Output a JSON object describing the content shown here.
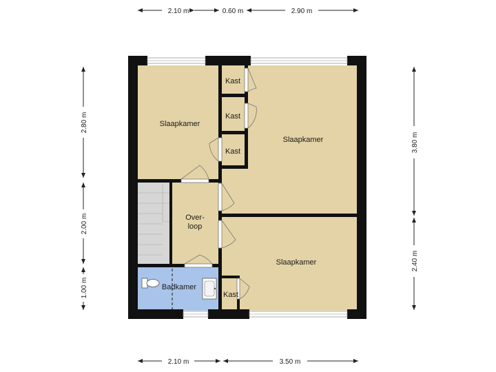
{
  "rooms": {
    "slaapkamer_left": "Slaapkamer",
    "slaapkamer_right": "Slaapkamer",
    "slaapkamer_bottom": "Slaapkamer",
    "kast_1": "Kast",
    "kast_2": "Kast",
    "kast_3": "Kast",
    "kast_4": "Kast",
    "overloop_line1": "Over-",
    "overloop_line2": "loop",
    "badkamer": "Badkamer"
  },
  "dimensions": {
    "top": [
      "2.10 m",
      "0.60 m",
      "2.90 m"
    ],
    "bottom": [
      "2.10 m",
      "3.50 m"
    ],
    "left": [
      "2.80 m",
      "2.00 m",
      "1.00 m"
    ],
    "right": [
      "3.80 m",
      "2.40 m"
    ]
  },
  "colors": {
    "room_fill": "#e3d3a6",
    "bath_fill": "#a9c4ea",
    "stair_fill": "#d6d6d6",
    "wall": "#111111"
  }
}
